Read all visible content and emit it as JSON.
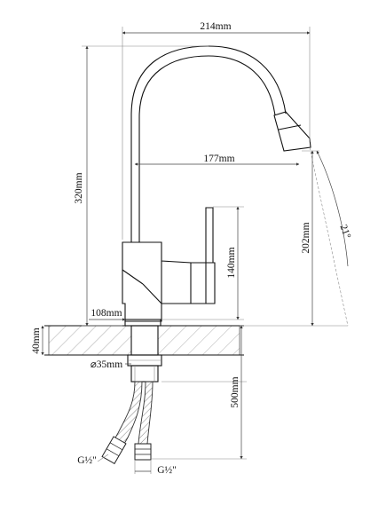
{
  "dimensions": {
    "total_width": "214mm",
    "reach": "177mm",
    "height": "320mm",
    "spout_height": "202mm",
    "angle": "21°",
    "handle_height": "140mm",
    "base_height": "108mm",
    "counter_thickness": "40mm",
    "mount_diameter": "⌀35mm",
    "hose_length": "500mm",
    "thread_left": "G½\"",
    "thread_right": "G½\""
  }
}
